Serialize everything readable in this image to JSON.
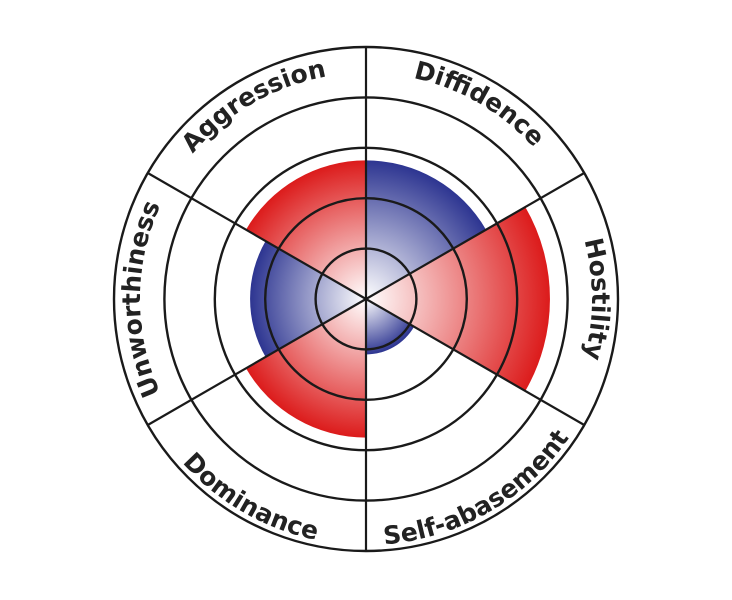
{
  "chart_data": {
    "type": "polar-area",
    "categories": [
      "Diffidence",
      "Hostility",
      "Self-abasement",
      "Dominance",
      "Unworthiness",
      "Aggression"
    ],
    "values": [
      2.75,
      3.65,
      1.1,
      2.75,
      2.3,
      2.75
    ],
    "colors": [
      "#2d3591",
      "#dc1b1b",
      "#2d3591",
      "#dc1b1b",
      "#2d3591",
      "#dc1b1b"
    ],
    "rlim": [
      0,
      5
    ],
    "rings": 5,
    "grid": true,
    "legend": "none"
  }
}
